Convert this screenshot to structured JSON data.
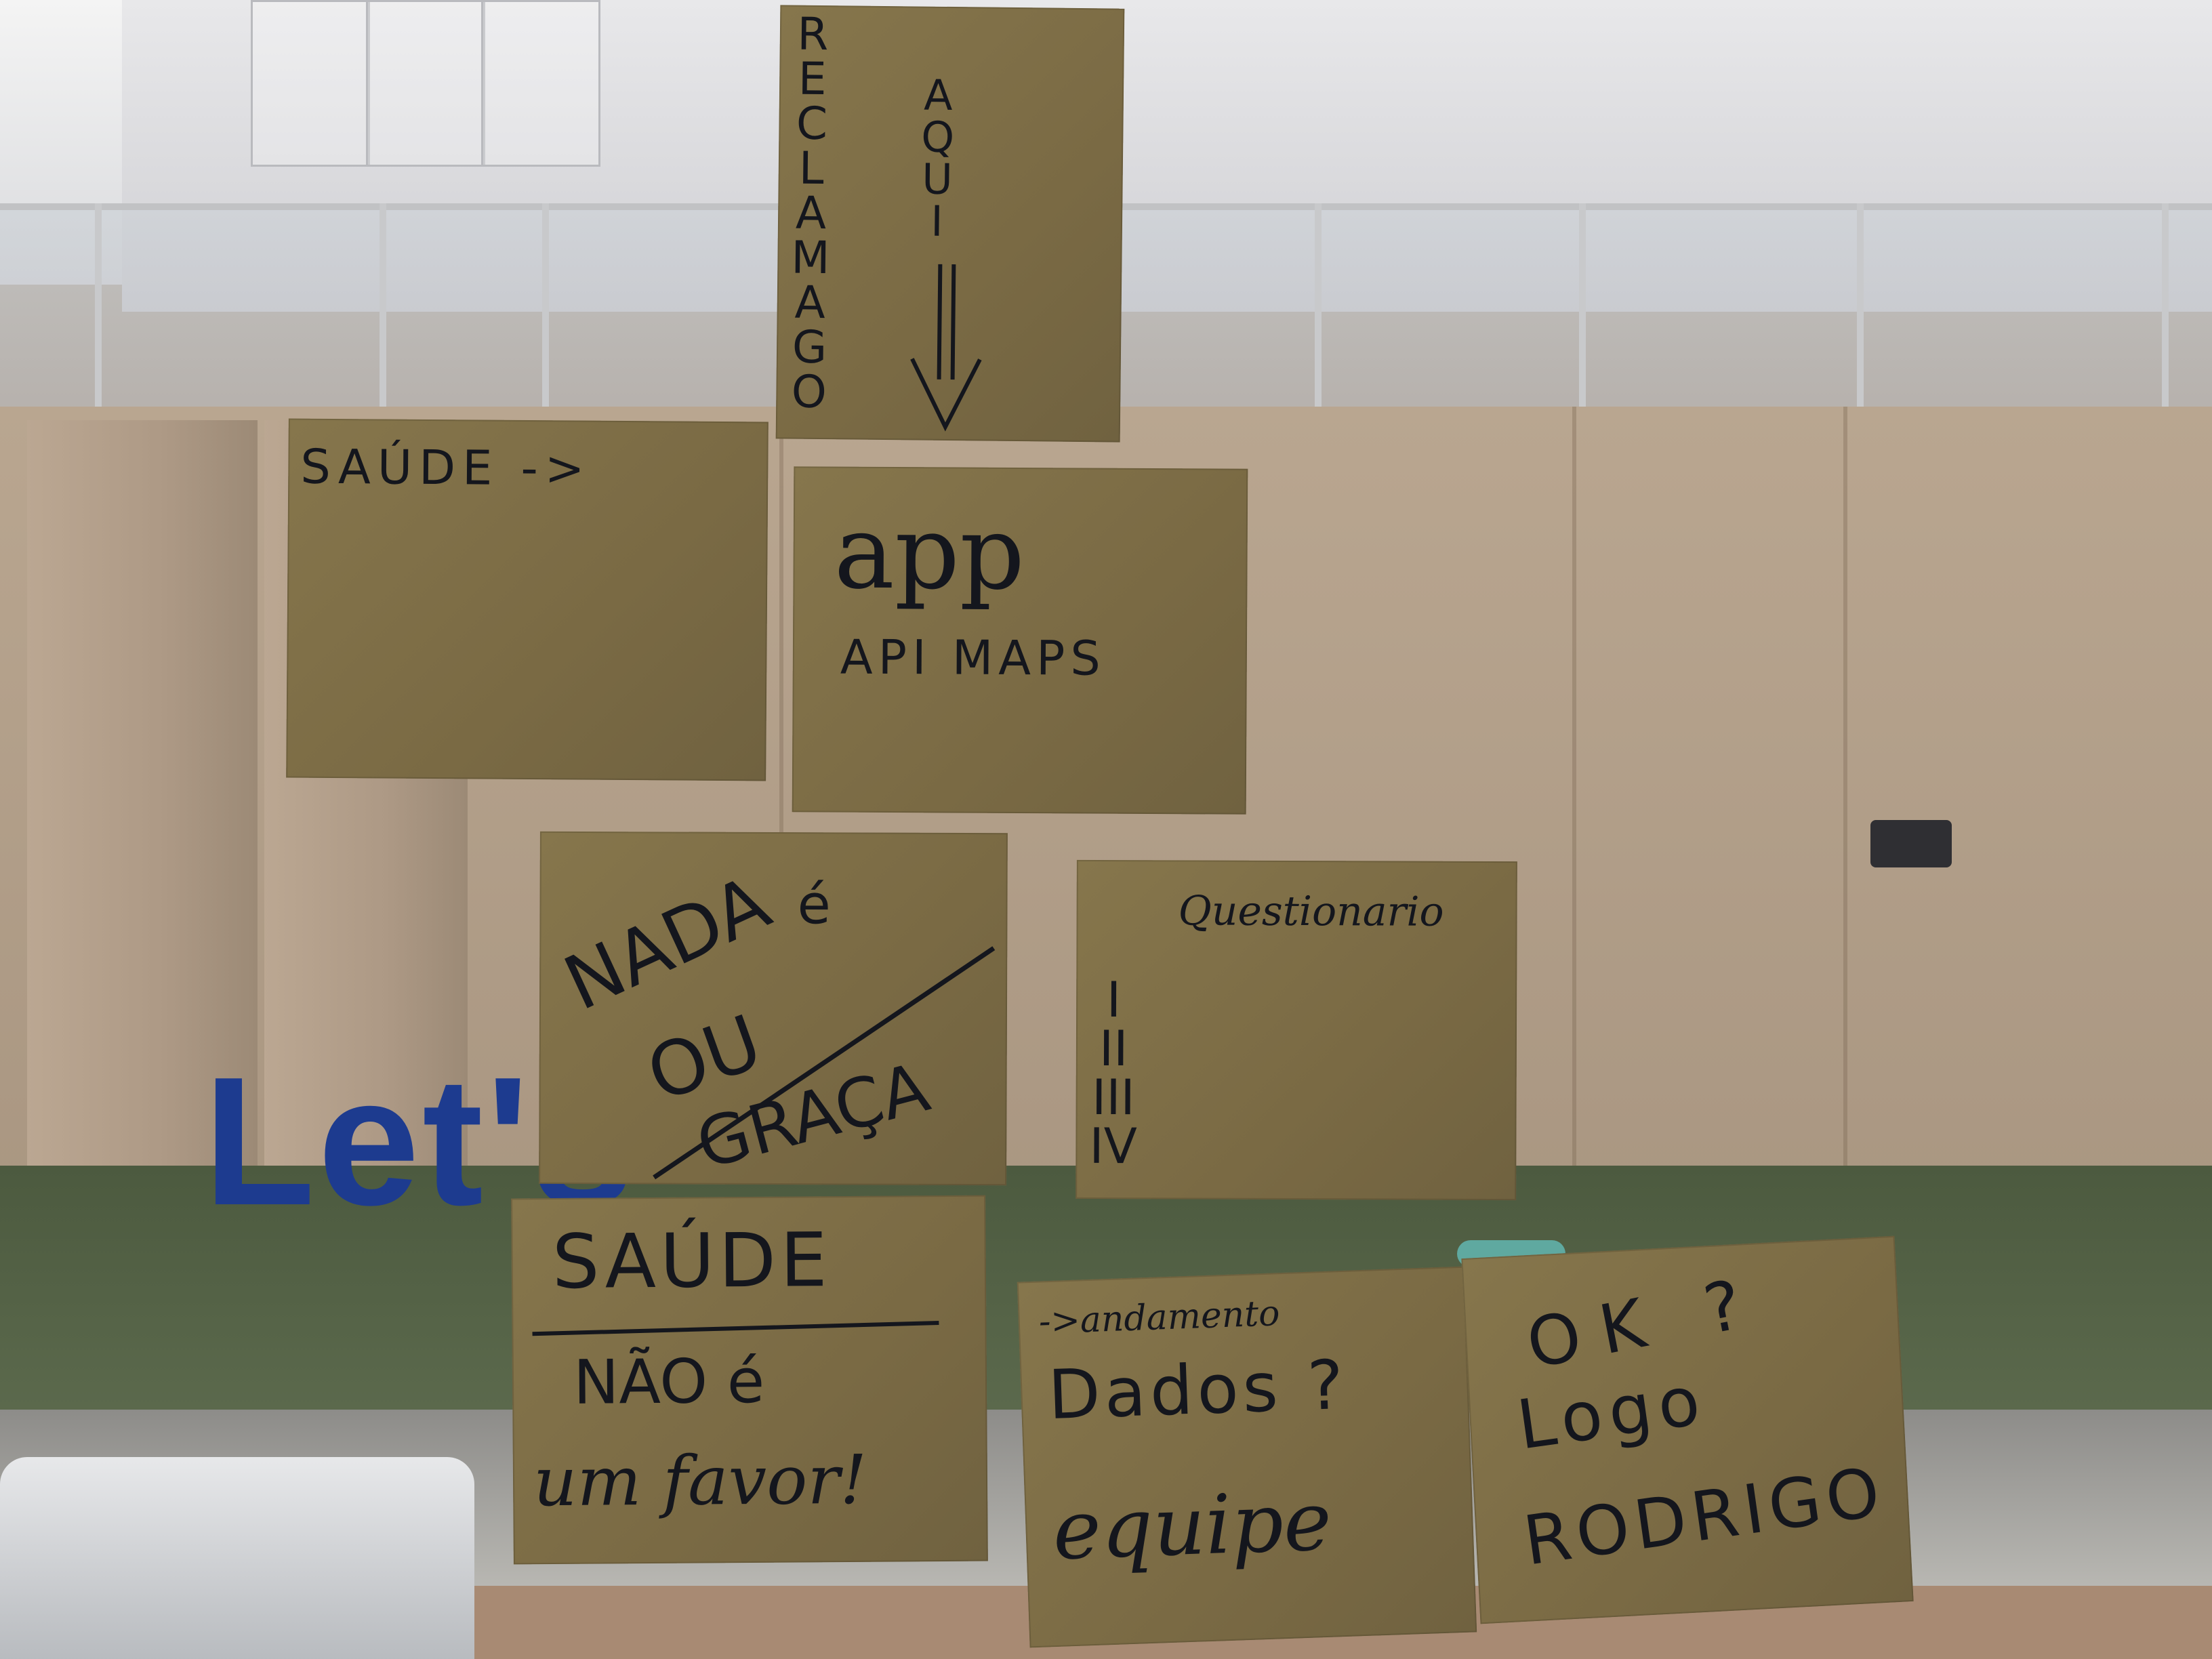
{
  "background": {
    "sign_text": "Let's"
  },
  "notes": {
    "reclamago": {
      "letters": [
        "R",
        "E",
        "C",
        "L",
        "A",
        "M",
        "A",
        "G",
        "O"
      ],
      "aqui_letters": [
        "A",
        "Q",
        "U",
        "I"
      ]
    },
    "saude_arrow": {
      "text": "SAÚDE ->"
    },
    "app": {
      "title": "app",
      "subtitle": "API MAPS"
    },
    "nada": {
      "line1": "NADA",
      "line2": "é",
      "line3": "OU",
      "line4": "GRAÇA"
    },
    "questionario": {
      "title": "Questionario",
      "numerals": [
        "I",
        "II",
        "III",
        "IV"
      ]
    },
    "saude_favor": {
      "line1": "SAÚDE",
      "line2": "NÃO é",
      "line3": "um favor!"
    },
    "dados": {
      "line1": "->andamento",
      "line2": "Dados ?",
      "line3": "equipe"
    },
    "ok": {
      "line1": "OK ?",
      "line2": "Logo",
      "line3": "RODRIGO"
    }
  }
}
